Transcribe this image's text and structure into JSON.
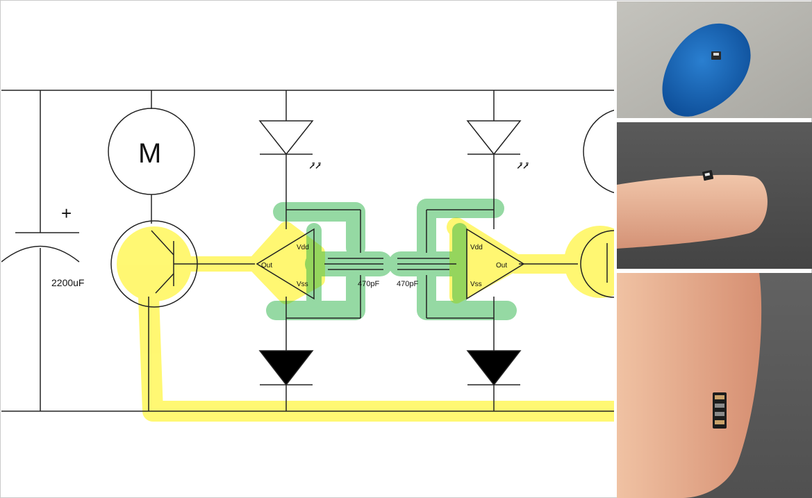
{
  "schematic": {
    "capacitor_main_value": "2200uF",
    "capacitor_polarity": "+",
    "motor_label": "M",
    "comparator_left": {
      "vdd": "Vdd",
      "out": "Out",
      "vss": "Vss"
    },
    "comparator_right": {
      "vdd": "Vdd",
      "out": "Out",
      "vss": "Vss"
    },
    "cap_left_value": "470pF",
    "cap_right_value": "470pF",
    "photodiode_symbol": "⭷⭷",
    "highlight_colors": {
      "yellow": "#fff200",
      "green": "#2db54a"
    }
  },
  "photos": [
    {
      "subject": "blue-putty-with-chip"
    },
    {
      "subject": "fingertip-with-tiny-chip"
    },
    {
      "subject": "fingertip-with-chip-array"
    }
  ]
}
